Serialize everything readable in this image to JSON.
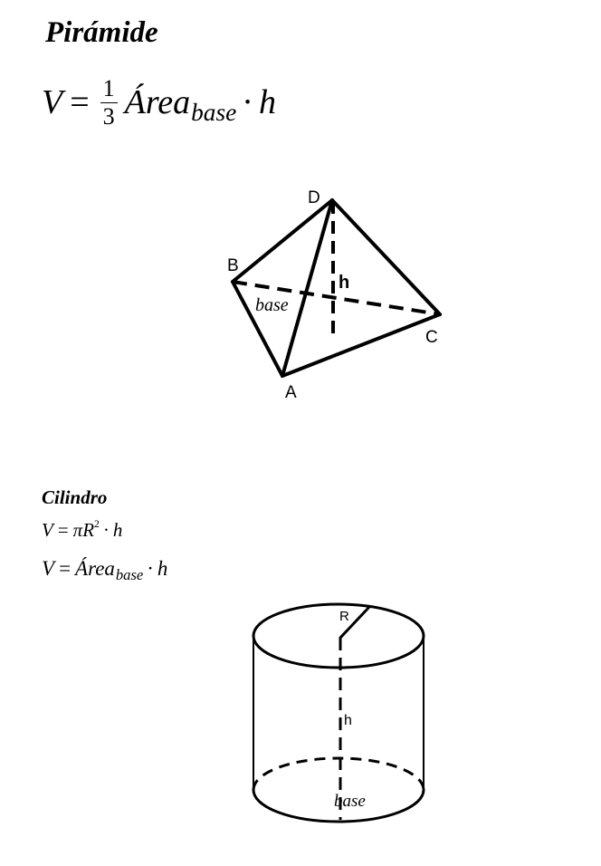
{
  "pyramid": {
    "title": "Pirámide",
    "formula": {
      "lhs": "V",
      "eq": "=",
      "numerator": "1",
      "denominator": "3",
      "area": "Área",
      "area_sub": "base",
      "dot": "·",
      "h": "h"
    },
    "figure": {
      "labels": {
        "D": "D",
        "B": "B",
        "C": "C",
        "A": "A",
        "h": "h",
        "base": "base"
      }
    }
  },
  "cylinder": {
    "title": "Cilindro",
    "formula1": {
      "lhs": "V",
      "eq": "=",
      "pi": "π",
      "R": "R",
      "exp": "2",
      "dot": "·",
      "h": "h"
    },
    "formula2": {
      "lhs": "V",
      "eq": "=",
      "area": "Área",
      "area_sub": "base",
      "dot": "·",
      "h": "h"
    },
    "figure": {
      "labels": {
        "R": "R",
        "h": "h",
        "base": "base"
      }
    }
  }
}
